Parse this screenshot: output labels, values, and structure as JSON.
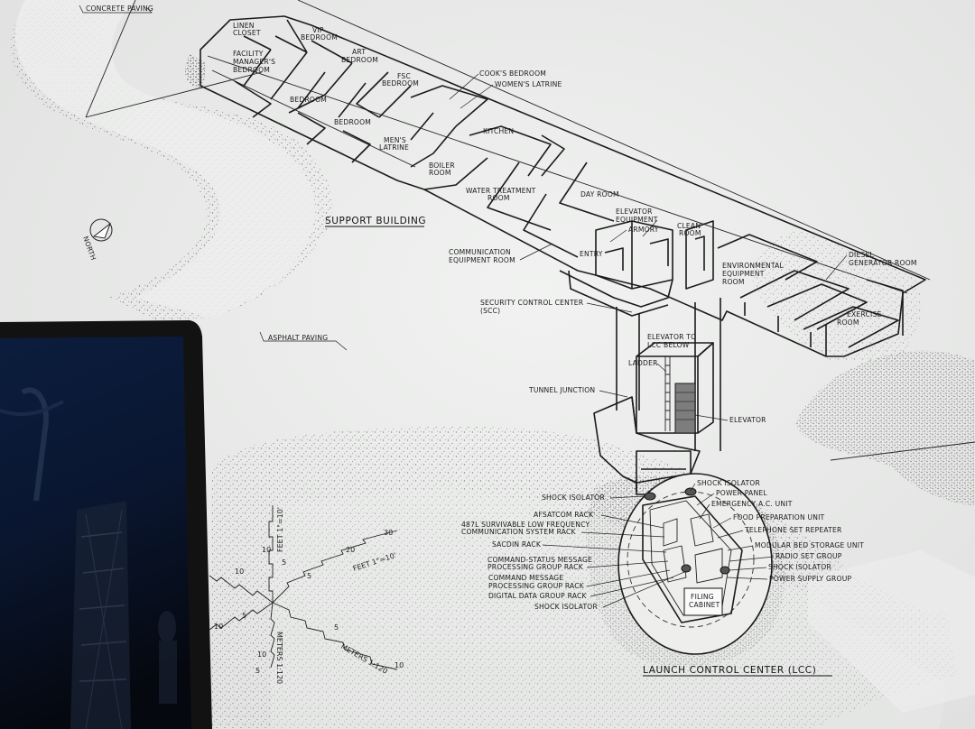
{
  "paving": {
    "concrete": "CONCRETE PAVING",
    "asphalt": "ASPHALT PAVING"
  },
  "north": "NORTH",
  "sections": {
    "support_building": "SUPPORT BUILDING",
    "lcc": "LAUNCH CONTROL CENTER (LCC)"
  },
  "rooms": {
    "linen_closet": [
      "LINEN",
      "CLOSET"
    ],
    "vip_bedroom": [
      "VIP",
      "BEDROOM"
    ],
    "facility_managers_bedroom": [
      "FACILITY",
      "MANAGER'S",
      "BEDROOM"
    ],
    "art_bedroom": [
      "ART",
      "BEDROOM"
    ],
    "fsc_bedroom": [
      "FSC",
      "BEDROOM"
    ],
    "cooks_bedroom": "COOK'S BEDROOM",
    "womens_latrine": "WOMEN'S LATRINE",
    "bedroom_1": "BEDROOM",
    "bedroom_2": "BEDROOM",
    "kitchen": "KITCHEN",
    "mens_latrine": [
      "MEN'S",
      "LATRINE"
    ],
    "boiler_room": [
      "BOILER",
      "ROOM"
    ],
    "water_treatment_room": [
      "WATER TREATMENT",
      "ROOM"
    ],
    "day_room": "DAY ROOM",
    "elevator_equipment": [
      "ELEVATOR",
      "EQUIPMENT"
    ],
    "armory": "ARMORY",
    "clean_room": [
      "CLEAN",
      "ROOM"
    ],
    "diesel_generator_room": [
      "DIESEL",
      "GENERATOR ROOM"
    ],
    "communication_equipment_room": [
      "COMMUNICATION",
      "EQUIPMENT ROOM"
    ],
    "entry": "ENTRY",
    "environmental_equipment_room": [
      "ENVIRONMENTAL",
      "EQUIPMENT",
      "ROOM"
    ],
    "exercise_room": [
      "EXERCISE",
      "ROOM"
    ],
    "security_control_center": [
      "SECURITY CONTROL CENTER",
      "(SCC)"
    ],
    "elevator_to_lcc": [
      "ELEVATOR TO",
      "LCC BELOW"
    ],
    "ladder": "LADDER",
    "tunnel_junction": "TUNNEL JUNCTION",
    "elevator": "ELEVATOR"
  },
  "lcc_left_labels": [
    "SHOCK ISOLATOR",
    "AFSATCOM RACK",
    "487L SURVIVABLE LOW FREQUENCY",
    "COMMUNICATION SYSTEM RACK",
    "SACDIN RACK",
    "COMMAND-STATUS MESSAGE",
    "PROCESSING GROUP RACK",
    "COMMAND MESSAGE",
    "PROCESSING GROUP RACK",
    "DIGITAL DATA GROUP RACK",
    "SHOCK ISOLATOR"
  ],
  "lcc_right_labels": [
    "SHOCK ISOLATOR",
    "POWER PANEL",
    "EMERGENCY A.C. UNIT",
    "FOOD PREPARATION UNIT",
    "TELEPHONE SET REPEATER",
    "MODULAR BED STORAGE UNIT",
    "RADIO SET GROUP",
    "SHOCK ISOLATOR",
    "POWER SUPPLY GROUP"
  ],
  "filing_cabinet": [
    "FILING",
    "CABINET"
  ],
  "scale": {
    "feet_top": "FEET 1\"=10'",
    "feet_right": "FEET 1\"=10'",
    "meters_bottom": "METERS 1:120",
    "meters_right": "METERS 1:120",
    "ticks": [
      "5",
      "10",
      "20",
      "30",
      "5",
      "10",
      "5",
      "10",
      "10",
      "5",
      "10",
      "5"
    ]
  },
  "colors": {
    "paper": "#ecedec",
    "ink": "#1b1b1b",
    "stipple": "#2a2a2a",
    "monitor_bezel": "#111111",
    "monitor_screen": "#0c1a33"
  }
}
